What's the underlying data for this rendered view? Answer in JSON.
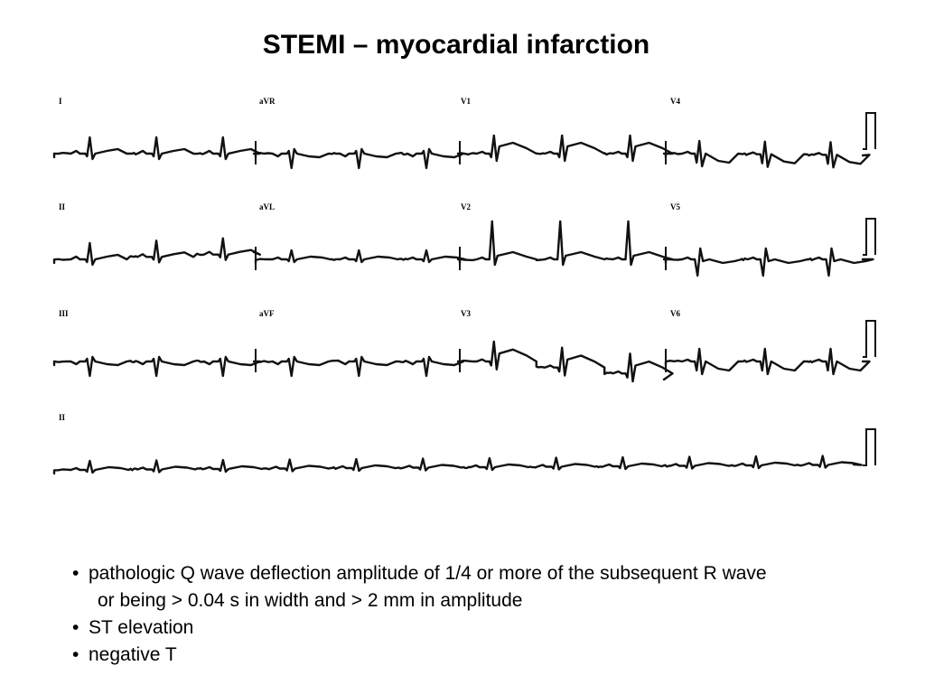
{
  "title": "STEMI – myocardial infarction",
  "ecg": {
    "rows": [
      {
        "leads": [
          "I",
          "aVR",
          "V1",
          "V4"
        ]
      },
      {
        "leads": [
          "II",
          "aVL",
          "V2",
          "V5"
        ]
      },
      {
        "leads": [
          "III",
          "aVF",
          "V3",
          "V6"
        ]
      },
      {
        "leads": [
          "II"
        ]
      }
    ]
  },
  "bullets": [
    {
      "mark": "•",
      "line1": "pathologic Q wave deflection amplitude of 1/4 or more of the subsequent R wave",
      "line2": "or being > 0.04 s in width and > 2 mm in amplitude"
    },
    {
      "mark": "•",
      "line1": "ST elevation"
    },
    {
      "mark": "•",
      "line1": "negative T"
    }
  ]
}
